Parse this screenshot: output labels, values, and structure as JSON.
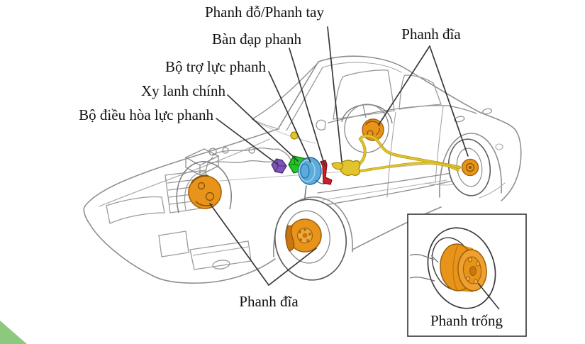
{
  "diagram": {
    "subject": "car-brake-system",
    "labels": [
      {
        "id": "parking-brake",
        "text": "Phanh đỗ/Phanh tay"
      },
      {
        "id": "brake-pedal",
        "text": "Bàn đạp phanh"
      },
      {
        "id": "brake-booster",
        "text": "Bộ trợ lực phanh"
      },
      {
        "id": "master-cylinder",
        "text": "Xy lanh chính"
      },
      {
        "id": "brake-force-regulator",
        "text": "Bộ điều hòa lực phanh"
      },
      {
        "id": "disc-brake-rear",
        "text": "Phanh đĩa"
      },
      {
        "id": "disc-brake-front",
        "text": "Phanh đĩa"
      },
      {
        "id": "drum-brake",
        "text": "Phanh trống"
      }
    ],
    "colors": {
      "disc_orange": "#E8941A",
      "disc_orange_dark": "#B06E10",
      "master_cylinder_green": "#22C322",
      "booster_blue": "#5BABDC",
      "regulator_purple": "#7D55B8",
      "pedal_red": "#CC1F2A",
      "cable_yellow": "#E2C52E",
      "line_art_gray": "#8F8F8F",
      "leader_line": "#383838",
      "corner_triangle_green": "#8CC87E",
      "text": "#111111"
    }
  }
}
